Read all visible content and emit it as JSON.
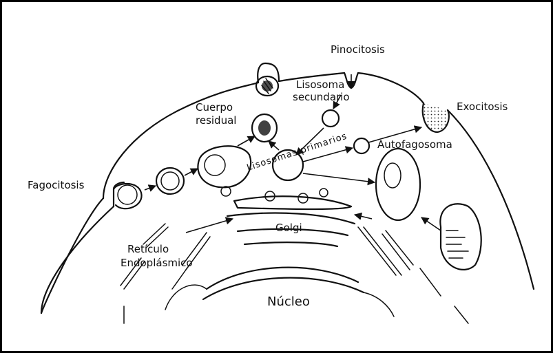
{
  "labels": {
    "pinocitosis": "Pinocitosis",
    "exocitosis": "Exocitosis",
    "lisosoma_secundario_1": "Lisosoma",
    "lisosoma_secundario_2": "secundario",
    "cuerpo_residual_1": "Cuerpo",
    "cuerpo_residual_2": "residual",
    "autofagosoma": "Autofagosoma",
    "fagocitosis": "Fagocitosis",
    "lisosomas_primarios": "Lisosomas primarios",
    "golgi": "Golgi",
    "reticulo_1": "Retículo",
    "reticulo_2": "Endoplásmico",
    "nucleo": "Núcleo"
  }
}
